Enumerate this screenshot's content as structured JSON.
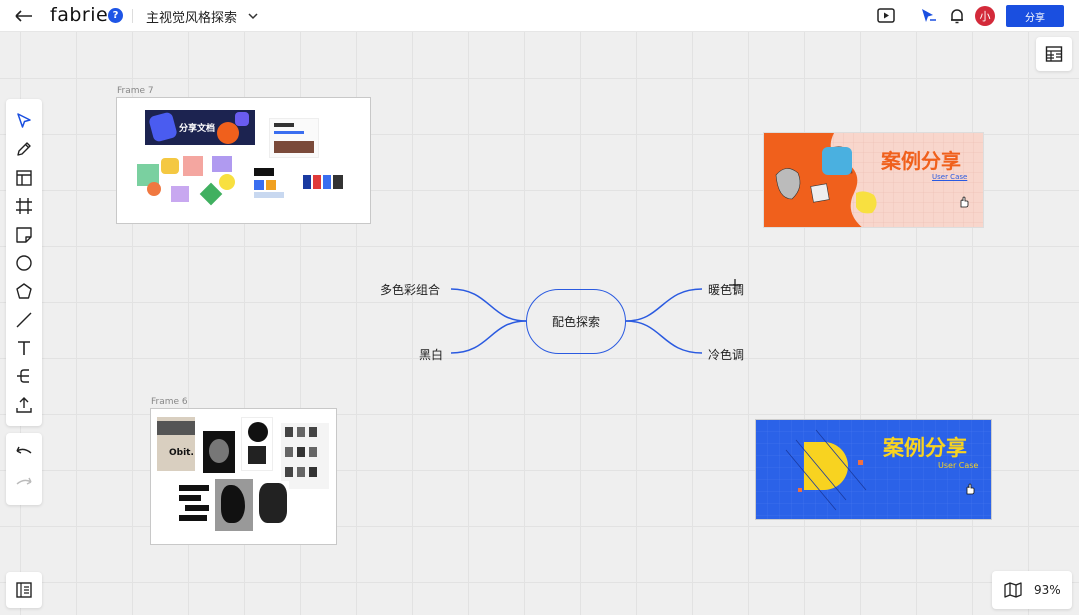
{
  "header": {
    "logo": "fabrie",
    "help": "?",
    "doc_title": "主视觉风格探索",
    "avatar_initial": "小",
    "share_label": "分享"
  },
  "zoom": {
    "level": "93%"
  },
  "frames": {
    "frame7": {
      "label": "Frame 7",
      "banner_text": "分享文档"
    },
    "frame6": {
      "label": "Frame 6",
      "poster_text": "Obit."
    }
  },
  "mindmap": {
    "center": "配色探索",
    "left_top": "多色彩组合",
    "left_bottom": "黑白",
    "right_top": "暖色调",
    "right_bottom": "冷色调"
  },
  "cards": {
    "warm": {
      "title": "案例分享",
      "subtitle": "User Case"
    },
    "cool": {
      "title": "案例分享",
      "subtitle": "User Case"
    }
  },
  "colors": {
    "accent_blue": "#1a4fe0",
    "mindmap_line": "#2a5ae0",
    "warm_orange": "#f0601c",
    "warm_bg": "#f8d6cc",
    "cool_blue": "#2b62e8",
    "yellow": "#f7d31c"
  }
}
